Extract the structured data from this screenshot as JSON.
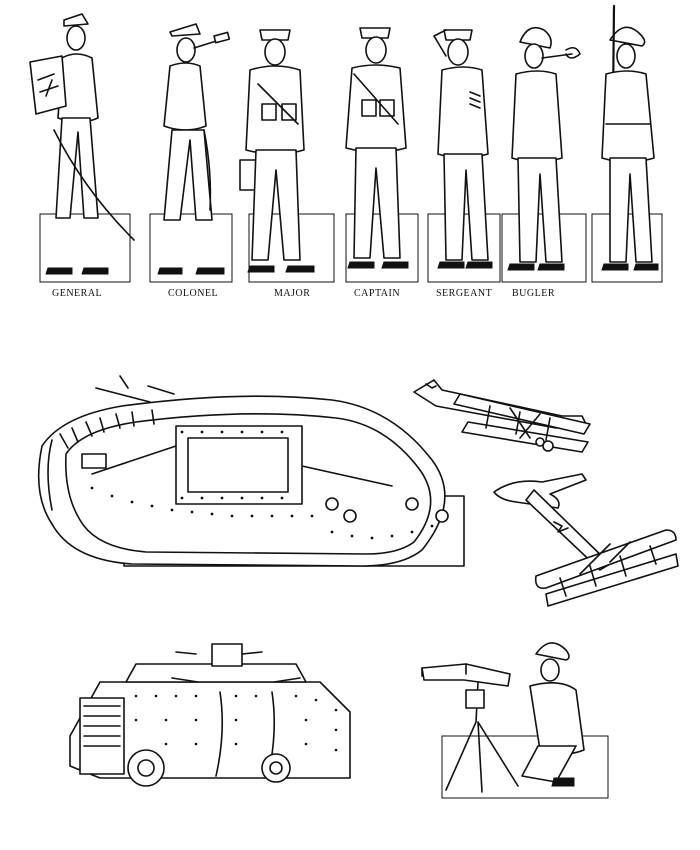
{
  "page": {
    "soldier_labels": [
      "GENERAL",
      "COLONEL",
      "MAJOR",
      "CAPTAIN",
      "SERGEANT",
      "BUGLER"
    ]
  }
}
